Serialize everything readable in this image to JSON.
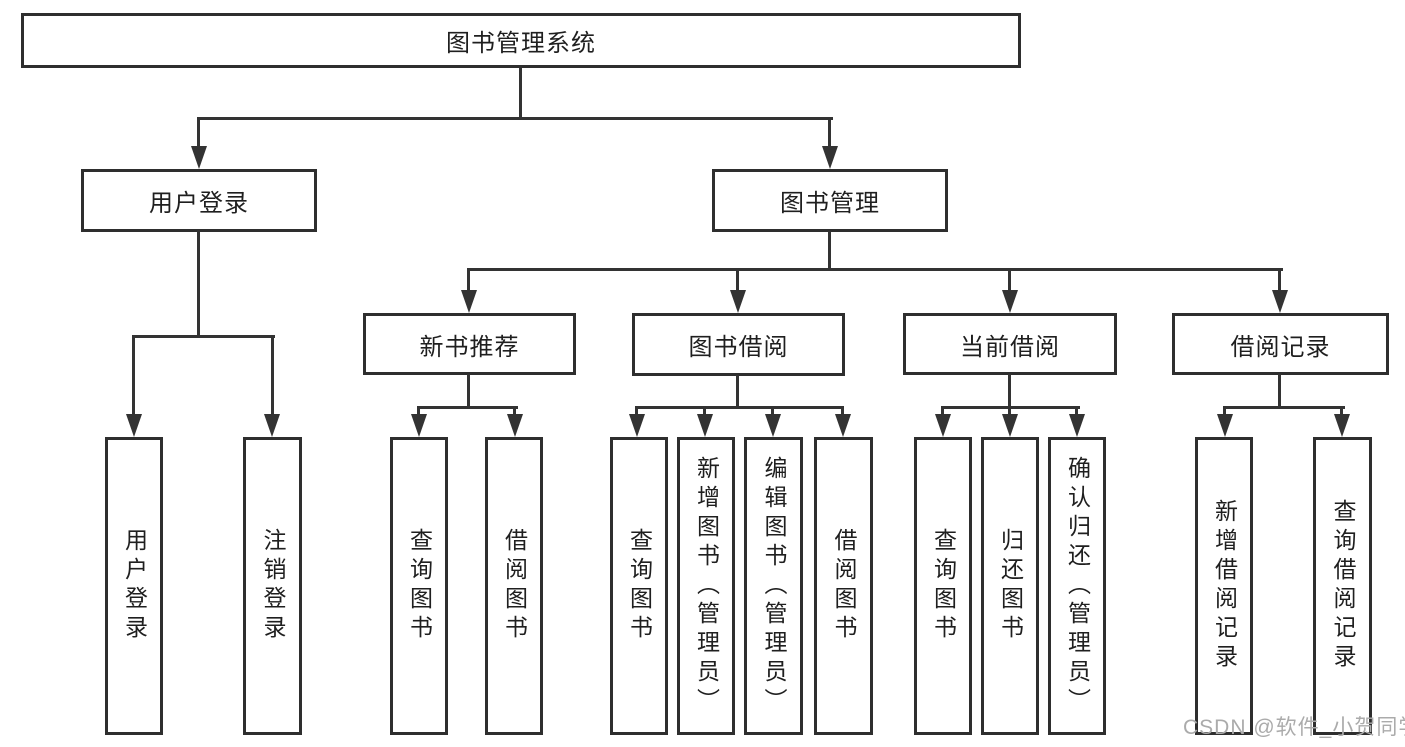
{
  "diagram_title": "图书管理系统",
  "colors": {
    "background": "#ffffff",
    "box_border": "#2e2e2e",
    "line": "#333333",
    "text": "#1f1f1f",
    "watermark": "#ababab"
  },
  "nodes": {
    "root": "图书管理系统",
    "user_login": "用户登录",
    "book_mgmt": "图书管理",
    "new_book_rec": "新书推荐",
    "book_borrow": "图书借阅",
    "current_borrow": "当前借阅",
    "borrow_records": "借阅记录",
    "leaf_user_login": "用户登录",
    "leaf_logout": "注销登录",
    "leaf_query_book_1": "查询图书",
    "leaf_borrow_book_1": "借阅图书",
    "leaf_query_book_2": "查询图书",
    "leaf_add_book": "新增图书（管理员）",
    "leaf_edit_book": "编辑图书（管理员）",
    "leaf_borrow_book_2": "借阅图书",
    "leaf_query_book_3": "查询图书",
    "leaf_return_book": "归还图书",
    "leaf_confirm_return": "确认归还（管理员）",
    "leaf_add_record": "新增借阅记录",
    "leaf_query_record": "查询借阅记录"
  },
  "structure": {
    "图书管理系统": [
      "用户登录",
      "图书管理"
    ],
    "用户登录": [
      "用户登录",
      "注销登录"
    ],
    "图书管理": [
      "新书推荐",
      "图书借阅",
      "当前借阅",
      "借阅记录"
    ],
    "新书推荐": [
      "查询图书",
      "借阅图书"
    ],
    "图书借阅": [
      "查询图书",
      "新增图书（管理员）",
      "编辑图书（管理员）",
      "借阅图书"
    ],
    "当前借阅": [
      "查询图书",
      "归还图书",
      "确认归还（管理员）"
    ],
    "借阅记录": [
      "新增借阅记录",
      "查询借阅记录"
    ]
  },
  "watermark": "CSDN @软件_小贺同学"
}
